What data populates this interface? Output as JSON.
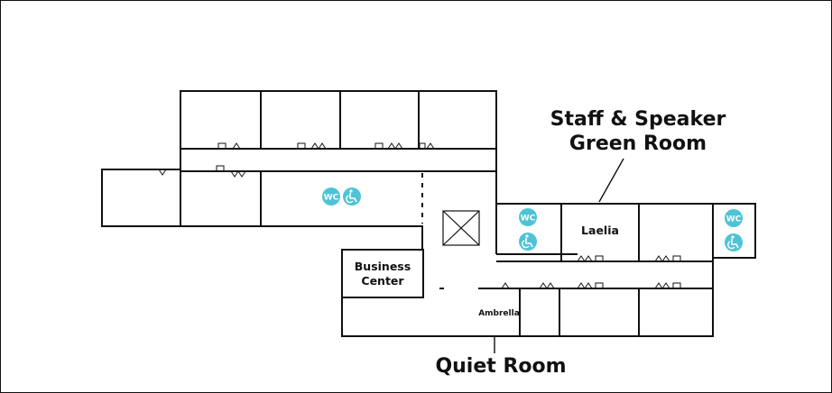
{
  "map": {
    "rooms": {
      "business_center_line1": "Business",
      "business_center_line2": "Center",
      "laelia": "Laelia",
      "ambrella": "Ambrella"
    },
    "callouts": {
      "staff_line1": "Staff & Speaker",
      "staff_line2": "Green Room",
      "quiet_room": "Quiet Room"
    },
    "restroom_label": "WC",
    "icons": [
      "restroom-icon",
      "wheelchair-icon"
    ],
    "colors": {
      "restroom_badge": "#4fc3d6",
      "walls": "#111111",
      "background": "#ffffff"
    }
  }
}
